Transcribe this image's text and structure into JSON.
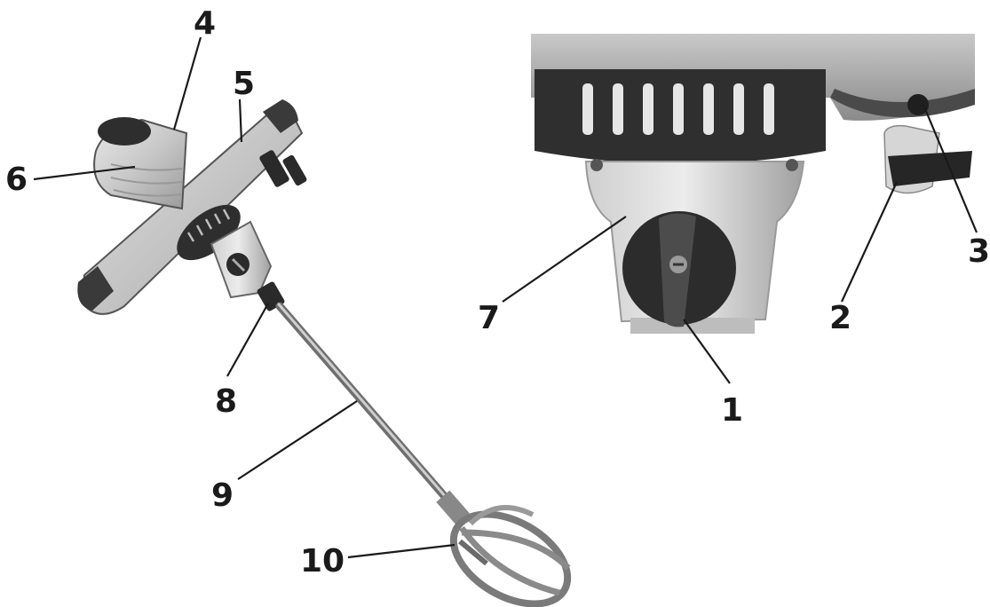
{
  "figure": {
    "left_view": "mixer-overall",
    "right_view": "gearbox-closeup"
  },
  "callouts": [
    {
      "id": "c1",
      "number": "1"
    },
    {
      "id": "c2",
      "number": "2"
    },
    {
      "id": "c3",
      "number": "3"
    },
    {
      "id": "c4",
      "number": "4"
    },
    {
      "id": "c5",
      "number": "5"
    },
    {
      "id": "c6",
      "number": "6"
    },
    {
      "id": "c7",
      "number": "7"
    },
    {
      "id": "c8",
      "number": "8"
    },
    {
      "id": "c9",
      "number": "9"
    },
    {
      "id": "c10",
      "number": "10"
    }
  ],
  "colors": {
    "housing_light": "#d9d9d9",
    "housing_mid": "#b3b3b3",
    "housing_dark": "#3a3a3a",
    "ink": "#1a1a1a"
  }
}
